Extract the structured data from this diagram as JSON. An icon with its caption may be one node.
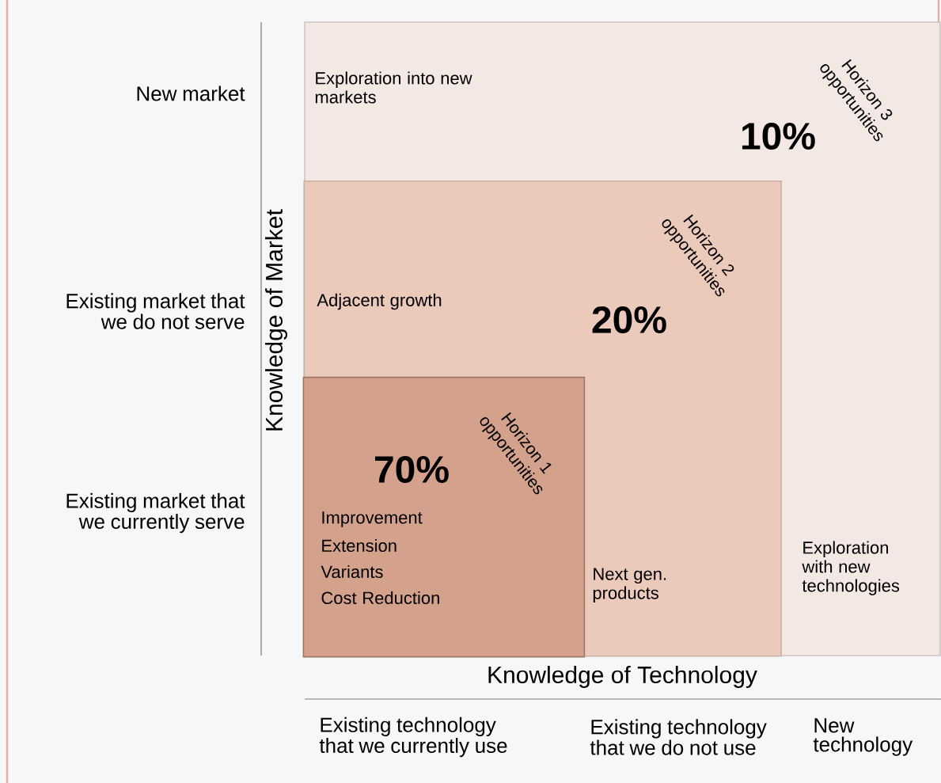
{
  "diagram": {
    "nodes": [
      {
        "text": [
          "Exploration into new markets",
          "Horizon 3 opportunities",
          "10%",
          "Exploration with new technologies"
        ]
      },
      {
        "text": [
          "Adjacent growth",
          "Horizon 2 opportunities",
          "20%",
          "Next gen. products"
        ],
        "in": 0
      },
      {
        "text": [
          "Horizon 1 opportunities",
          "70%",
          "Improvement",
          "Extension",
          "Variants",
          "Cost Reduction"
        ],
        "in": 1
      }
    ],
    "labels": [
      "New market",
      "Existing market that we do not serve",
      "Existing market that we currently serve",
      "Knowledge of Market",
      "Knowledge of Technology",
      "Existing technology that we currently use",
      "Existing technology that we do not use",
      "New technology"
    ]
  }
}
